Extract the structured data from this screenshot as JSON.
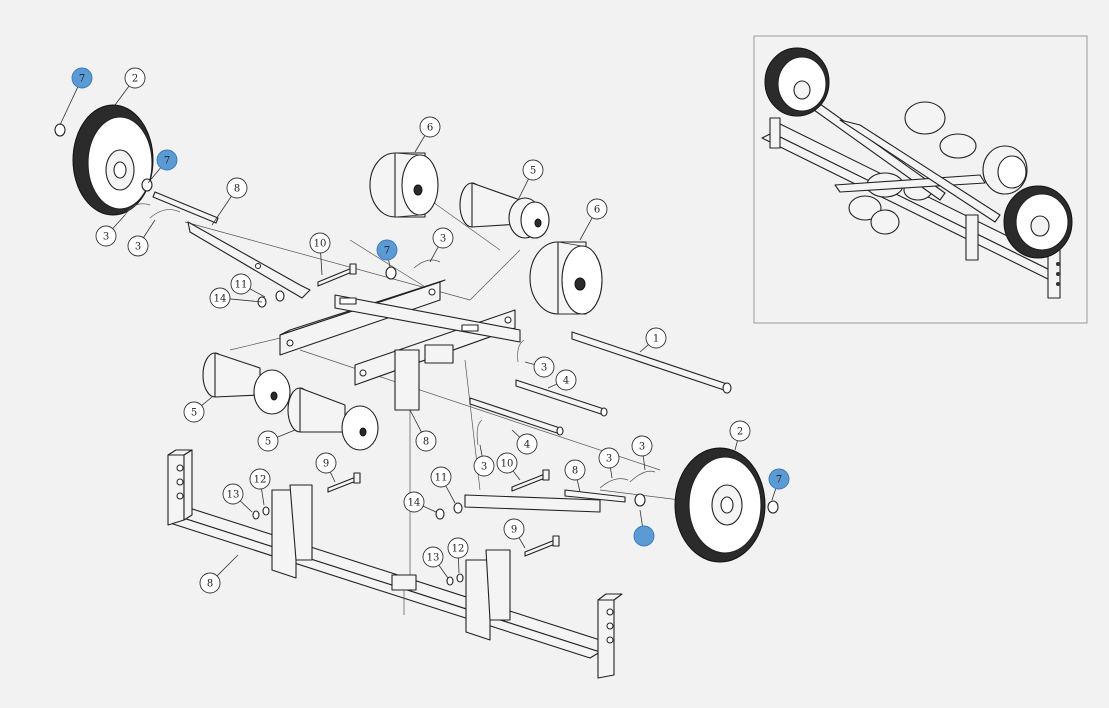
{
  "colors": {
    "background": "#f2f2f2",
    "line": "#222222",
    "highlight": "#5b9bd5"
  },
  "callouts": [
    {
      "id": "c7a",
      "label": "7",
      "highlight": true
    },
    {
      "id": "c2a",
      "label": "2",
      "highlight": false
    },
    {
      "id": "c7b",
      "label": "7",
      "highlight": true
    },
    {
      "id": "c8a",
      "label": "8",
      "highlight": false
    },
    {
      "id": "c3a",
      "label": "3",
      "highlight": false
    },
    {
      "id": "c3b",
      "label": "3",
      "highlight": false
    },
    {
      "id": "c6a",
      "label": "6",
      "highlight": false
    },
    {
      "id": "c5a",
      "label": "5",
      "highlight": false
    },
    {
      "id": "c6b",
      "label": "6",
      "highlight": false
    },
    {
      "id": "c10a",
      "label": "10",
      "highlight": false
    },
    {
      "id": "c7c",
      "label": "7",
      "highlight": true
    },
    {
      "id": "c3c",
      "label": "3",
      "highlight": false
    },
    {
      "id": "c11a",
      "label": "11",
      "highlight": false
    },
    {
      "id": "c14a",
      "label": "14",
      "highlight": false
    },
    {
      "id": "c1",
      "label": "1",
      "highlight": false
    },
    {
      "id": "c3d",
      "label": "3",
      "highlight": false
    },
    {
      "id": "c4a",
      "label": "4",
      "highlight": false
    },
    {
      "id": "c5b",
      "label": "5",
      "highlight": false
    },
    {
      "id": "c5c",
      "label": "5",
      "highlight": false
    },
    {
      "id": "c8b",
      "label": "8",
      "highlight": false
    },
    {
      "id": "c4b",
      "label": "4",
      "highlight": false
    },
    {
      "id": "c3e",
      "label": "3",
      "highlight": false
    },
    {
      "id": "c10b",
      "label": "10",
      "highlight": false
    },
    {
      "id": "c8c",
      "label": "8",
      "highlight": false
    },
    {
      "id": "c3f",
      "label": "3",
      "highlight": false
    },
    {
      "id": "c3g",
      "label": "3",
      "highlight": false
    },
    {
      "id": "c2b",
      "label": "2",
      "highlight": false
    },
    {
      "id": "c7d",
      "label": "7",
      "highlight": true
    },
    {
      "id": "c7e",
      "label": "",
      "highlight": true
    },
    {
      "id": "c9a",
      "label": "9",
      "highlight": false
    },
    {
      "id": "c11b",
      "label": "11",
      "highlight": false
    },
    {
      "id": "c12a",
      "label": "12",
      "highlight": false
    },
    {
      "id": "c13a",
      "label": "13",
      "highlight": false
    },
    {
      "id": "c14b",
      "label": "14",
      "highlight": false
    },
    {
      "id": "c9b",
      "label": "9",
      "highlight": false
    },
    {
      "id": "c12b",
      "label": "12",
      "highlight": false
    },
    {
      "id": "c13b",
      "label": "13",
      "highlight": false
    },
    {
      "id": "c8d",
      "label": "8",
      "highlight": false
    }
  ]
}
